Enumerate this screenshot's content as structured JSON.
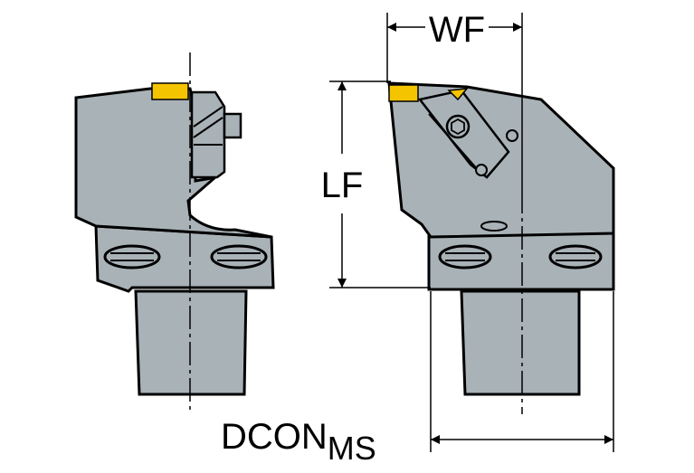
{
  "labels": {
    "wf": "WF",
    "lf": "LF",
    "dcon": "DCON",
    "dcon_sub": "MS"
  },
  "colors": {
    "body": "#A9B2B7",
    "outline": "#000000",
    "insert": "#F5C400",
    "background": "#FFFFFF"
  }
}
